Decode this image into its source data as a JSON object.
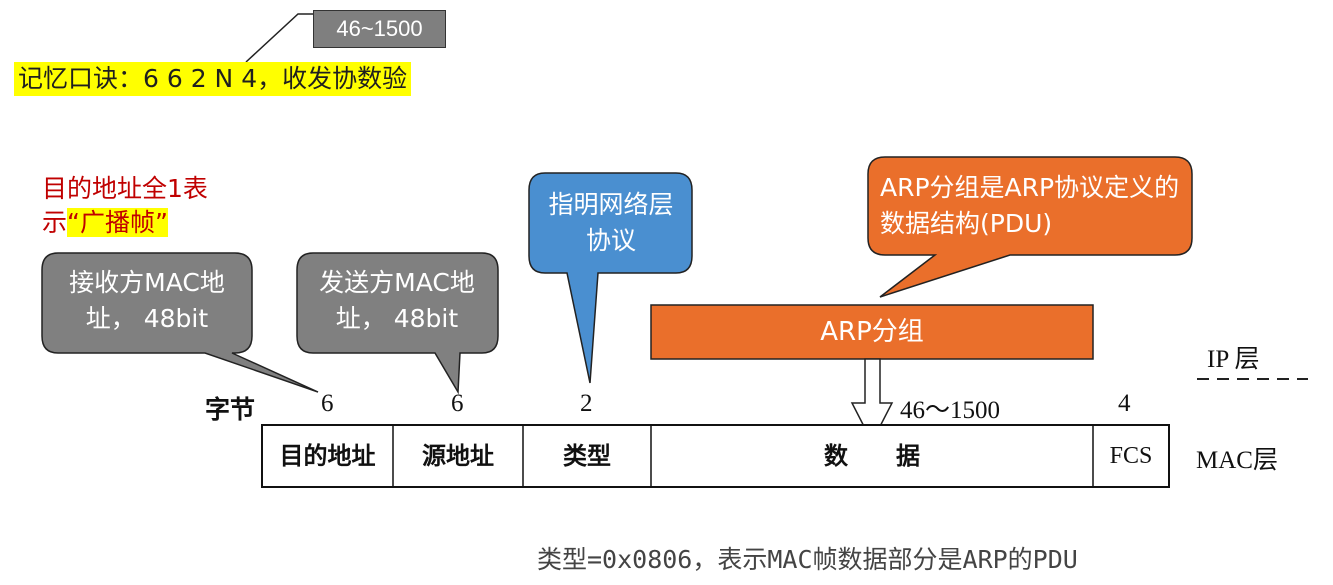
{
  "top_note": {
    "box_label": "46~1500",
    "mnemonic": "记忆口诀：6 6 2 N 4，收发协数验"
  },
  "broadcast_note": {
    "text": "目的地址全1表示",
    "highlight": "“广播帧”"
  },
  "callouts": {
    "dest_mac": "接收方MAC地址， 48bit",
    "src_mac": "发送方MAC地址， 48bit",
    "type": "指明网络层协议",
    "arp_definition": "ARP分组是ARP协议定义的数据结构(PDU)"
  },
  "arp_bar_label": "ARP分组",
  "ip_layer_label": "IP 层",
  "mac_layer_label": "MAC层",
  "bytes_label": "字节",
  "byte_counts": {
    "dest": "6",
    "src": "6",
    "type": "2",
    "data": "46～1500",
    "fcs": "4"
  },
  "frame_fields": {
    "dest": "目的地址",
    "src": "源地址",
    "type": "类型",
    "data": "数　　据",
    "fcs": "FCS"
  },
  "bottom_note": "类型=0x0806，表示MAC帧数据部分是ARP的PDU",
  "colors": {
    "gray_bubble": "#808080",
    "blue_bubble": "#4a8fd0",
    "orange": "#ea6f2b",
    "highlight": "#ffff00",
    "red_text": "#c00000"
  }
}
